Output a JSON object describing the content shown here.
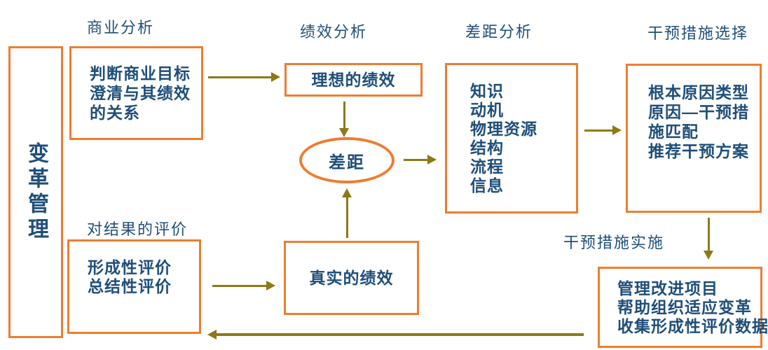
{
  "colors": {
    "box_border": "#ED7D31",
    "text_primary": "#1F4E79",
    "arrow": "#8E7914",
    "background": "#FFFFFF"
  },
  "labels": {
    "business_analysis": "商业分析",
    "performance_analysis": "绩效分析",
    "gap_analysis": "差距分析",
    "intervention_selection": "干预措施选择",
    "result_evaluation": "对结果的评价",
    "intervention_implementation": "干预措施实施"
  },
  "nodes": {
    "change_management": {
      "text": "变革管理"
    },
    "business_goal": {
      "lines": [
        "判断商业目标",
        "澄清与其绩效",
        "的关系"
      ]
    },
    "ideal_performance": {
      "text": "理想的绩效"
    },
    "gap": {
      "text": "差距"
    },
    "gap_factors": {
      "lines": [
        "知识",
        "动机",
        "物理资源",
        "结构",
        "流程",
        "信息"
      ]
    },
    "root_cause": {
      "lines": [
        "根本原因类型",
        "原因—干预措",
        "施匹配",
        "推荐干预方案"
      ]
    },
    "evaluation": {
      "lines": [
        "形成性评价",
        "总结性评价"
      ]
    },
    "actual_performance": {
      "text": "真实的绩效"
    },
    "management_improvement": {
      "lines": [
        "管理改进项目",
        "帮助组织适应变革",
        "收集形成性评价数据"
      ]
    }
  }
}
